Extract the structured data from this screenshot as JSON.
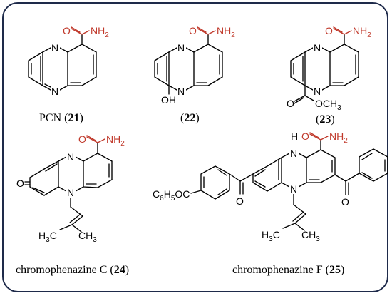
{
  "compounds": [
    {
      "name": "PCN",
      "number": "21",
      "amide": "O",
      "amide_group": "NH2",
      "ring_n": [
        "N",
        "N"
      ]
    },
    {
      "name": "",
      "number": "22",
      "amide": "O",
      "amide_group": "NH2",
      "ring_n": [
        "N",
        "N"
      ],
      "substituent": "OH"
    },
    {
      "name": "",
      "number": "23",
      "amide": "O",
      "amide_group": "NH2",
      "ring_n": [
        "N",
        "N"
      ],
      "ester_o": "O",
      "substituent": "OCH3"
    },
    {
      "name": "chromophenazine C",
      "number": "24",
      "amide": "O",
      "amide_group": "NH2",
      "ring_n": [
        "N",
        "N"
      ],
      "ketone": "O",
      "prenyl_left": "H3C",
      "prenyl_right": "CH3"
    },
    {
      "name": "chromophenazine F",
      "number": "25",
      "amide": "O",
      "amide_group": "NH2",
      "ring_n": [
        "H",
        "N",
        "N"
      ],
      "ketone_left": "O",
      "ketone_right": "O",
      "aryl_substituent": "C6H5OC",
      "prenyl_left": "H3C",
      "prenyl_right": "CH3"
    }
  ],
  "colors": {
    "amide": "#c0392b",
    "border": "#1e2a4a",
    "bond": "#000000"
  }
}
